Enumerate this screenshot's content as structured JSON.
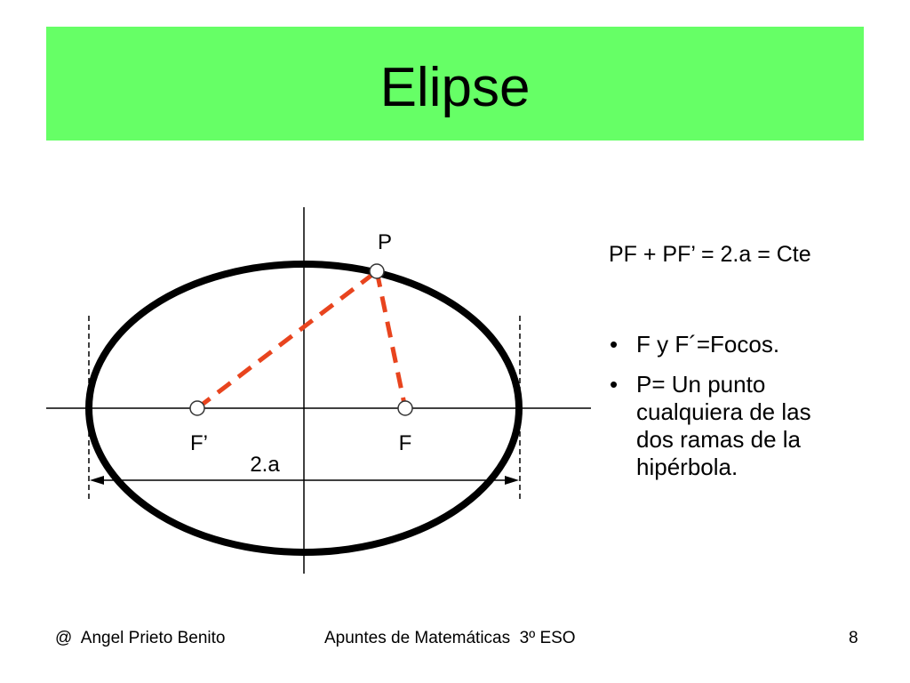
{
  "slide": {
    "title": "Elipse"
  },
  "colors": {
    "title_bar": "#66FF66",
    "curve": "#000000",
    "dashed_segments": "#E8441E",
    "text": "#000000"
  },
  "diagram": {
    "labels": {
      "point": "P",
      "focus_left": "F’",
      "focus_right": "F",
      "major_axis": "2.a"
    }
  },
  "content": {
    "formula": "PF + PF’ = 2.a = Cte",
    "bullet_marker": "•",
    "bullets": [
      "F y F´=Focos.",
      "P= Un punto cualquiera de las dos ramas de la hipérbola."
    ]
  },
  "footer": {
    "author": "@  Angel Prieto Benito",
    "course": "Apuntes de Matemáticas  3º ESO",
    "page_number": "8"
  }
}
